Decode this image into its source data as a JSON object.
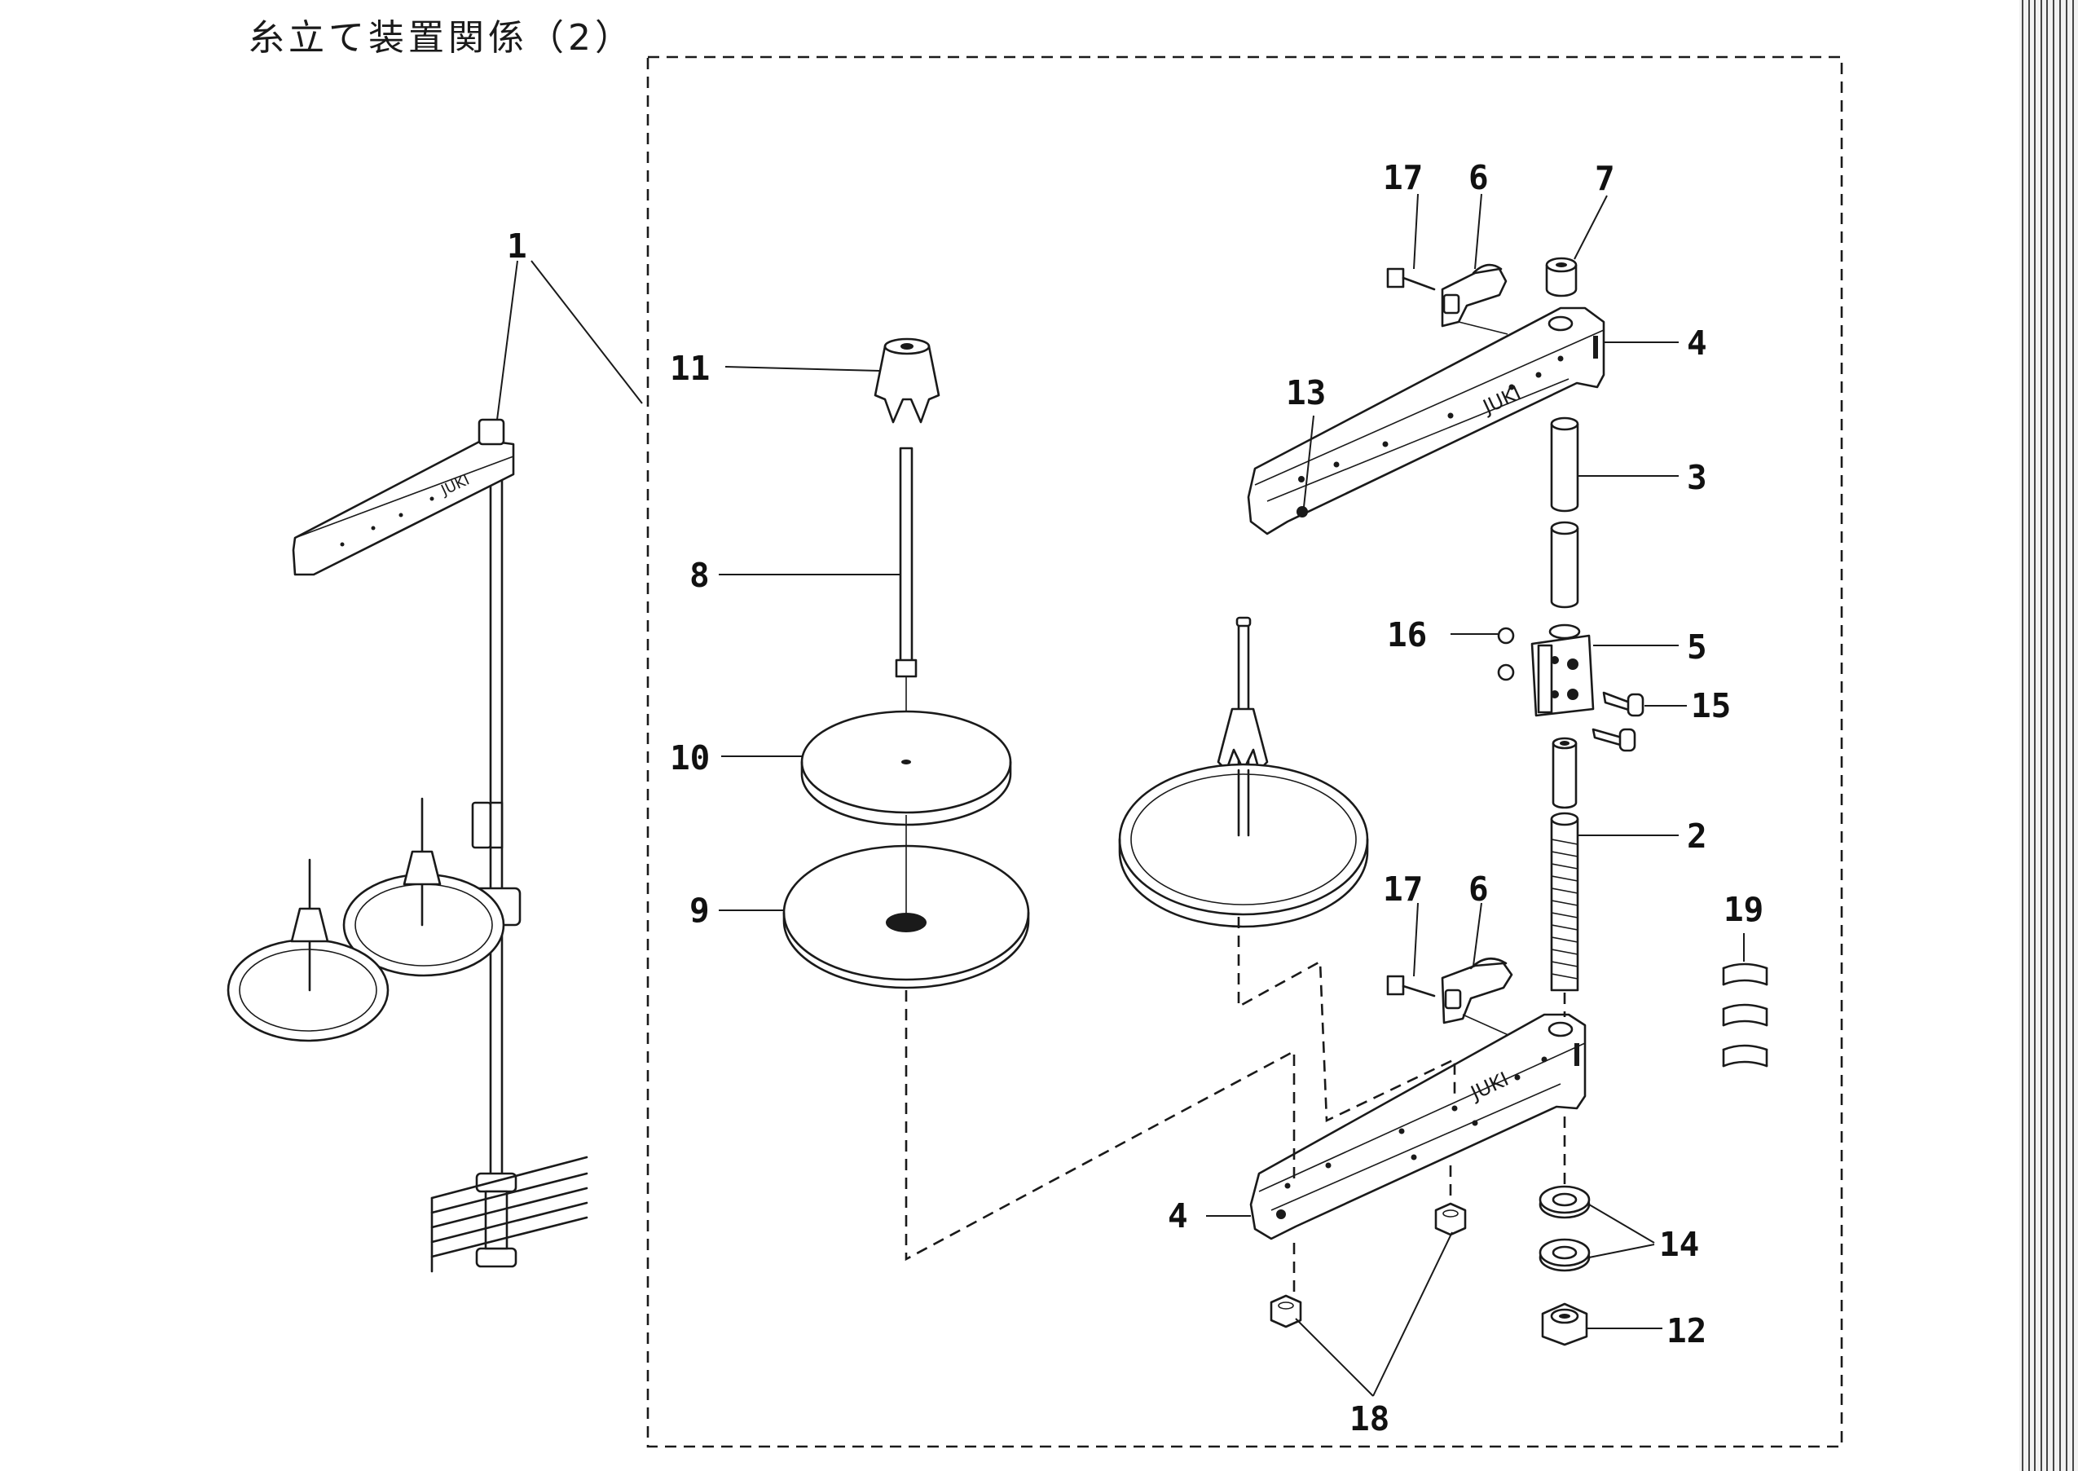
{
  "title": "糸立て装置関係（2）",
  "brand_text": "JUKI",
  "callouts": [
    {
      "id": "c1",
      "text": "1"
    },
    {
      "id": "c2",
      "text": "2"
    },
    {
      "id": "c3",
      "text": "3"
    },
    {
      "id": "c4a",
      "text": "4"
    },
    {
      "id": "c4b",
      "text": "4"
    },
    {
      "id": "c5",
      "text": "5"
    },
    {
      "id": "c6a",
      "text": "6"
    },
    {
      "id": "c6b",
      "text": "6"
    },
    {
      "id": "c7",
      "text": "7"
    },
    {
      "id": "c8",
      "text": "8"
    },
    {
      "id": "c9",
      "text": "9"
    },
    {
      "id": "c10",
      "text": "10"
    },
    {
      "id": "c11",
      "text": "11"
    },
    {
      "id": "c12",
      "text": "12"
    },
    {
      "id": "c13",
      "text": "13"
    },
    {
      "id": "c14",
      "text": "14"
    },
    {
      "id": "c15",
      "text": "15"
    },
    {
      "id": "c16",
      "text": "16"
    },
    {
      "id": "c17a",
      "text": "17"
    },
    {
      "id": "c17b",
      "text": "17"
    },
    {
      "id": "c18",
      "text": "18"
    },
    {
      "id": "c19",
      "text": "19"
    }
  ]
}
